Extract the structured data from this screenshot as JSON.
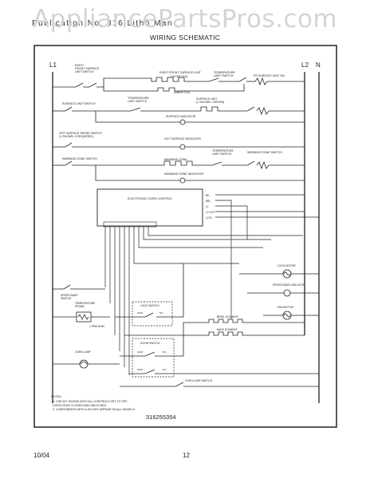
{
  "watermark": "AppliancePartsPros.com",
  "header": {
    "line": "Publication No. 316   Litho Man",
    "title": "WIRING SCHEMATIC"
  },
  "rails": {
    "l1": "L1",
    "l2": "L2",
    "n": "N"
  },
  "labels": {
    "right_front_switch": [
      "RIGHT",
      "FRONT SURFACE",
      "UNIT SWITCH"
    ],
    "right_front_unit": "RIGHT FRONT SURFACE UNIT",
    "outer_coil": "OUTER COIL",
    "inner_coil": "INNER COIL",
    "temp_limit_switch_1": [
      "TEMPERATURE",
      "LIMIT SWITCH"
    ],
    "rf_surface_unit_sw": "RF SURFACE UNIT SW",
    "surface_unit_switch": "SURFACE UNIT SWITCH",
    "temp_limit_switch_2": [
      "TEMPERATURE",
      "LIMIT SWITCH"
    ],
    "surface_unit_1": [
      "SURFACE UNIT",
      "(1 SHOWN, 4 BEGIN)"
    ],
    "surface_indicator": "SURFACE INDICATOR",
    "hot_surface_sense": [
      "HOT SURFACE SENSE SWITCH",
      "(1 SHOWN, 5 REQUIRED)"
    ],
    "hot_surface_indicator": "HOT SURFACE INDICATOR",
    "warming_zone_switch_left": "WARMING ZONE SWITCH",
    "warming_zone": "WARMING ZONE",
    "temp_limit_switch_3": [
      "TEMPERATURE",
      "LIMIT SWITCH"
    ],
    "warming_zone_switch_right": "WARMING ZONE SWITCH",
    "warming_zone_indicator": "WARMING ZONE INDICATOR",
    "eoc": "ELECTRONIC OVEN CONTROL",
    "eoc_terminals": [
      "BK",
      "BRL",
      "L1",
      "L2 OUT",
      "L2 IN"
    ],
    "lock_motor": "LOCK MOTOR",
    "speed_bake_indicator": "SPEED BAKE INDICATOR",
    "fan_motor": "FAN MOTOR",
    "speed_bake_switch": [
      "SPEED BAKE",
      "SWITCH"
    ],
    "temp_probe": [
      "TEMPERATURE",
      "PROBE"
    ],
    "probe_ohm": "1 PRB OHM",
    "lock_switch": "LOCK SWITCH",
    "com": "COM",
    "no": "NO",
    "broil_element": "BROIL ELEMENT",
    "bake_element": "BAKE ELEMENT",
    "door_switch": "DOOR SWITCH",
    "oven_lamp": "OVEN LAMP",
    "oven_lamp_switch": "OVEN LAMP SWITCH"
  },
  "notes": {
    "heading": "NOTES:",
    "items": [
      "1.  CIRCUIT SHOWN WITH ALL CONTROLS SET TO OFF,",
      "     OVEN DOOR CLOSED AND UNLOCKED.",
      "2.  COMPONENTS WITH  # DO NOT APPEAR ON ALL MODELS."
    ]
  },
  "part_number": "316255354",
  "footer": {
    "date": "10/04",
    "page": "12"
  }
}
